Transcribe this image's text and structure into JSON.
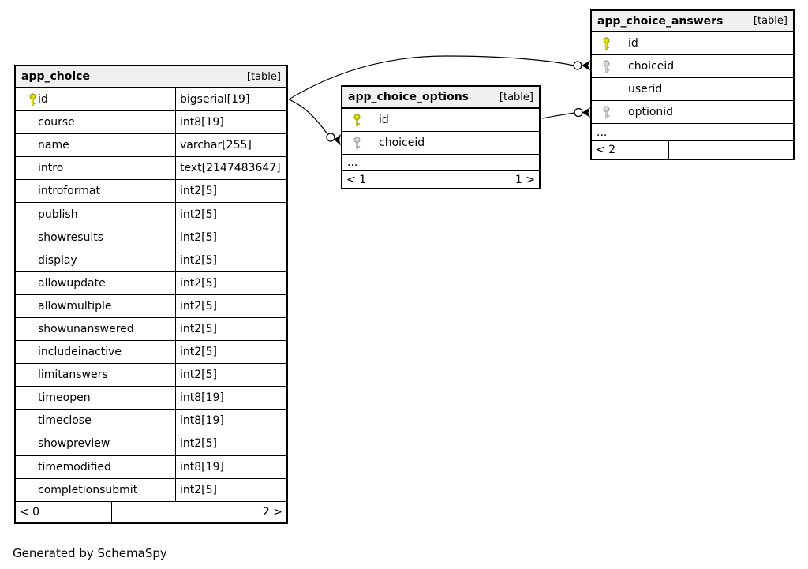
{
  "footer_note": "Generated by SchemaSpy",
  "colors": {
    "header_bg": "#f0f0f0",
    "border": "#000000",
    "primary_key_fill": "#e3e000",
    "primary_key_stroke": "#9da000",
    "foreign_key_fill": "#d8d8d8",
    "foreign_key_stroke": "#9e9e9e",
    "line": "#000000"
  },
  "tables": [
    {
      "id": "t-app_choice",
      "name": "app_choice",
      "badge": "[table]",
      "show_types": true,
      "columns": [
        {
          "name": "id",
          "type": "bigserial[19]",
          "key": "primary"
        },
        {
          "name": "course",
          "type": "int8[19]",
          "key": ""
        },
        {
          "name": "name",
          "type": "varchar[255]",
          "key": ""
        },
        {
          "name": "intro",
          "type": "text[2147483647]",
          "key": ""
        },
        {
          "name": "introformat",
          "type": "int2[5]",
          "key": ""
        },
        {
          "name": "publish",
          "type": "int2[5]",
          "key": ""
        },
        {
          "name": "showresults",
          "type": "int2[5]",
          "key": ""
        },
        {
          "name": "display",
          "type": "int2[5]",
          "key": ""
        },
        {
          "name": "allowupdate",
          "type": "int2[5]",
          "key": ""
        },
        {
          "name": "allowmultiple",
          "type": "int2[5]",
          "key": ""
        },
        {
          "name": "showunanswered",
          "type": "int2[5]",
          "key": ""
        },
        {
          "name": "includeinactive",
          "type": "int2[5]",
          "key": ""
        },
        {
          "name": "limitanswers",
          "type": "int2[5]",
          "key": ""
        },
        {
          "name": "timeopen",
          "type": "int8[19]",
          "key": ""
        },
        {
          "name": "timeclose",
          "type": "int8[19]",
          "key": ""
        },
        {
          "name": "showpreview",
          "type": "int2[5]",
          "key": ""
        },
        {
          "name": "timemodified",
          "type": "int8[19]",
          "key": ""
        },
        {
          "name": "completionsubmit",
          "type": "int2[5]",
          "key": ""
        }
      ],
      "ellipsis": "",
      "footer": {
        "left": "< 0",
        "middle": "",
        "right": "2 >"
      }
    },
    {
      "id": "t-app_choice_options",
      "name": "app_choice_options",
      "badge": "[table]",
      "show_types": false,
      "columns": [
        {
          "name": "id",
          "type": "",
          "key": "primary"
        },
        {
          "name": "choiceid",
          "type": "",
          "key": "foreign"
        }
      ],
      "ellipsis": "...",
      "footer": {
        "left": "< 1",
        "middle": "",
        "right": "1 >"
      }
    },
    {
      "id": "t-app_choice_answers",
      "name": "app_choice_answers",
      "badge": "[table]",
      "show_types": false,
      "columns": [
        {
          "name": "id",
          "type": "",
          "key": "primary"
        },
        {
          "name": "choiceid",
          "type": "",
          "key": "foreign"
        },
        {
          "name": "userid",
          "type": "",
          "key": ""
        },
        {
          "name": "optionid",
          "type": "",
          "key": "foreign"
        }
      ],
      "ellipsis": "...",
      "footer": {
        "left": "< 2",
        "middle": "",
        "right": ""
      }
    }
  ],
  "relationships": [
    {
      "parent": "app_choice.id",
      "child": "app_choice_answers.choiceid"
    },
    {
      "parent": "app_choice.id",
      "child": "app_choice_options.choiceid"
    },
    {
      "parent": "app_choice_options.id",
      "child": "app_choice_answers.optionid"
    }
  ]
}
